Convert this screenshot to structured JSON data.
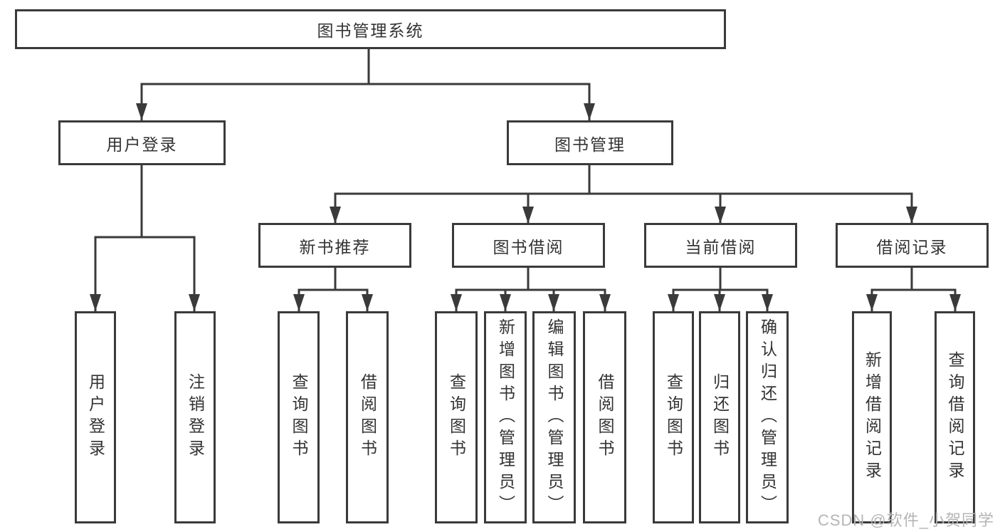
{
  "diagram": {
    "title": "图书管理系统",
    "watermark": "CSDN @软件_小贺同学",
    "colors": {
      "line": "#3a3a3a",
      "text": "#333333",
      "box_background": "#ffffff",
      "background": "#ffffff",
      "watermark": "#b5b5b5"
    },
    "root": {
      "label": "图书管理系统",
      "children": {
        "user_login": {
          "label": "用户登录",
          "children": {
            "login": {
              "label": "用户登录"
            },
            "logout": {
              "label": "注销登录"
            }
          }
        },
        "book_management": {
          "label": "图书管理",
          "children": {
            "new_book_recommend": {
              "label": "新书推荐",
              "children": {
                "query_books": {
                  "label": "查询图书"
                },
                "borrow_books": {
                  "label": "借阅图书"
                }
              }
            },
            "book_borrow": {
              "label": "图书借阅",
              "children": {
                "query_books": {
                  "label": "查询图书"
                },
                "add_books": {
                  "label": "新增图书（管理员）"
                },
                "edit_books": {
                  "label": "编辑图书（管理员）"
                },
                "borrow_books": {
                  "label": "借阅图书"
                }
              }
            },
            "current_borrow": {
              "label": "当前借阅",
              "children": {
                "query_books": {
                  "label": "查询图书"
                },
                "return_books": {
                  "label": "归还图书"
                },
                "confirm_return": {
                  "label": "确认归还（管理员）"
                }
              }
            },
            "borrow_record": {
              "label": "借阅记录",
              "children": {
                "add_borrow_record": {
                  "label": "新增借阅记录"
                },
                "query_borrow_record": {
                  "label": "查询借阅记录"
                }
              }
            }
          }
        }
      }
    }
  }
}
